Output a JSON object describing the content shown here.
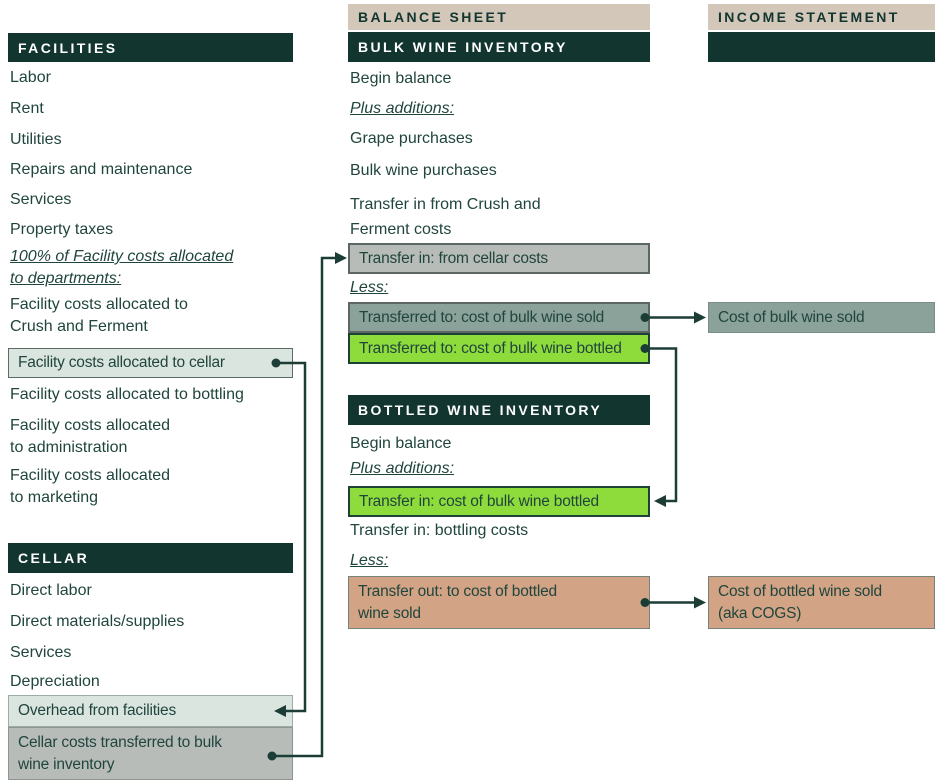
{
  "colors": {
    "dark_green": "#12362f",
    "text": "#20453d",
    "line": "#1b3d36",
    "tan_header": "#d3c7ba",
    "light_green": "#dbe5e0",
    "gray": "#b8bcb9",
    "sage": "#8ba29a",
    "bright_green": "#8edc3c",
    "tan_box": "#d2a385"
  },
  "facilities": {
    "header": "FACILITIES",
    "items": [
      "Labor",
      "Rent",
      "Utilities",
      "Repairs and maintenance",
      "Services",
      "Property taxes"
    ],
    "allocation_note": "100% of Facility costs allocated \nto departments:",
    "alloc_crush": "Facility costs allocated to\nCrush and Ferment",
    "alloc_cellar": "Facility costs allocated to cellar",
    "alloc_bottling": "Facility costs allocated to bottling",
    "alloc_admin": "Facility costs allocated\nto administration",
    "alloc_marketing": "Facility costs allocated\nto marketing"
  },
  "cellar": {
    "header": "CELLAR",
    "items": [
      "Direct labor",
      "Direct materials/supplies",
      "Services",
      "Depreciation"
    ],
    "overhead": "Overhead from facilities",
    "transfer_out": "Cellar costs transferred to bulk\nwine inventory"
  },
  "balance_sheet": {
    "header": "BALANCE SHEET",
    "bulk": {
      "header": "BULK WINE INVENTORY",
      "begin_balance": "Begin balance",
      "plus_additions": "Plus additions:",
      "grape_purchases": "Grape purchases",
      "bulk_wine_purchases": "Bulk wine purchases",
      "transfer_in_crush": "Transfer in from Crush and\nFerment costs",
      "transfer_in_cellar": "Transfer in: from cellar costs",
      "less": "Less:",
      "transferred_to_sold": "Transferred to: cost of bulk wine sold",
      "transferred_to_bottled": "Transferred to: cost of bulk wine bottled"
    },
    "bottled": {
      "header": "BOTTLED WINE INVENTORY",
      "begin_balance": "Begin balance",
      "plus_additions": "Plus additions:",
      "transfer_in_bottled": "Transfer in: cost of bulk wine bottled",
      "transfer_in_bottling": "Transfer in: bottling costs",
      "less": "Less:",
      "transfer_out_sold": "Transfer out: to cost of bottled\nwine sold"
    }
  },
  "income_statement": {
    "header": "INCOME STATEMENT",
    "cost_bulk_sold": "Cost of bulk wine sold",
    "cost_bottled_sold": "Cost of bottled wine sold\n(aka COGS)"
  }
}
